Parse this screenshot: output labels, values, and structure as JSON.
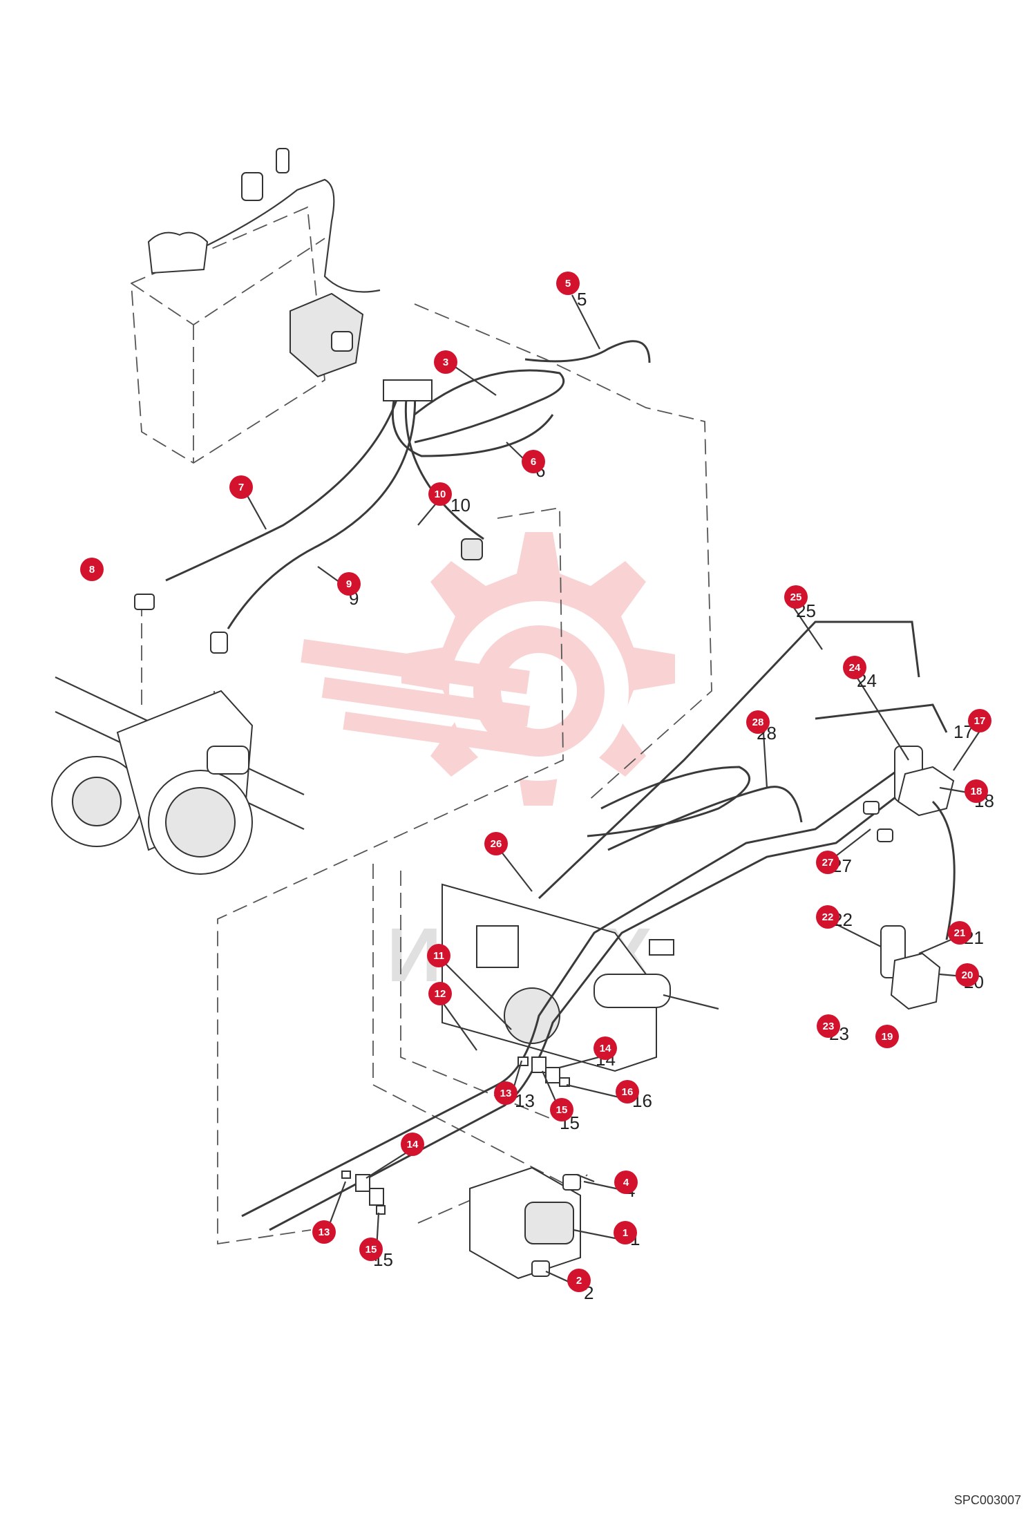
{
  "drawing_code": "SPC003007",
  "watermark_text": "ИНПЕХ",
  "callouts": [
    {
      "num": "1",
      "label": "1"
    },
    {
      "num": "2",
      "label": "2"
    },
    {
      "num": "3",
      "label": "3"
    },
    {
      "num": "4",
      "label": "4"
    },
    {
      "num": "5",
      "label": "5"
    },
    {
      "num": "6",
      "label": "6"
    },
    {
      "num": "7",
      "label": "7"
    },
    {
      "num": "8",
      "label": "8"
    },
    {
      "num": "9",
      "label": "9"
    },
    {
      "num": "10",
      "label": "10"
    },
    {
      "num": "11",
      "label": "11"
    },
    {
      "num": "12",
      "label": "12"
    },
    {
      "num": "13",
      "label": "13"
    },
    {
      "num": "13",
      "label": "13"
    },
    {
      "num": "14",
      "label": "14"
    },
    {
      "num": "14",
      "label": "14"
    },
    {
      "num": "15",
      "label": "15"
    },
    {
      "num": "15",
      "label": "15"
    },
    {
      "num": "16",
      "label": "16"
    },
    {
      "num": "17",
      "label": "17"
    },
    {
      "num": "18",
      "label": "18"
    },
    {
      "num": "19",
      "label": "19"
    },
    {
      "num": "20",
      "label": "20"
    },
    {
      "num": "21",
      "label": "21"
    },
    {
      "num": "22",
      "label": "22"
    },
    {
      "num": "23",
      "label": "23"
    },
    {
      "num": "24",
      "label": "24"
    },
    {
      "num": "25",
      "label": "25"
    },
    {
      "num": "26",
      "label": "26"
    },
    {
      "num": "27",
      "label": "27"
    },
    {
      "num": "28",
      "label": "28"
    }
  ],
  "colors": {
    "callout": "#d3122e",
    "watermark": "#f7c4c4"
  }
}
